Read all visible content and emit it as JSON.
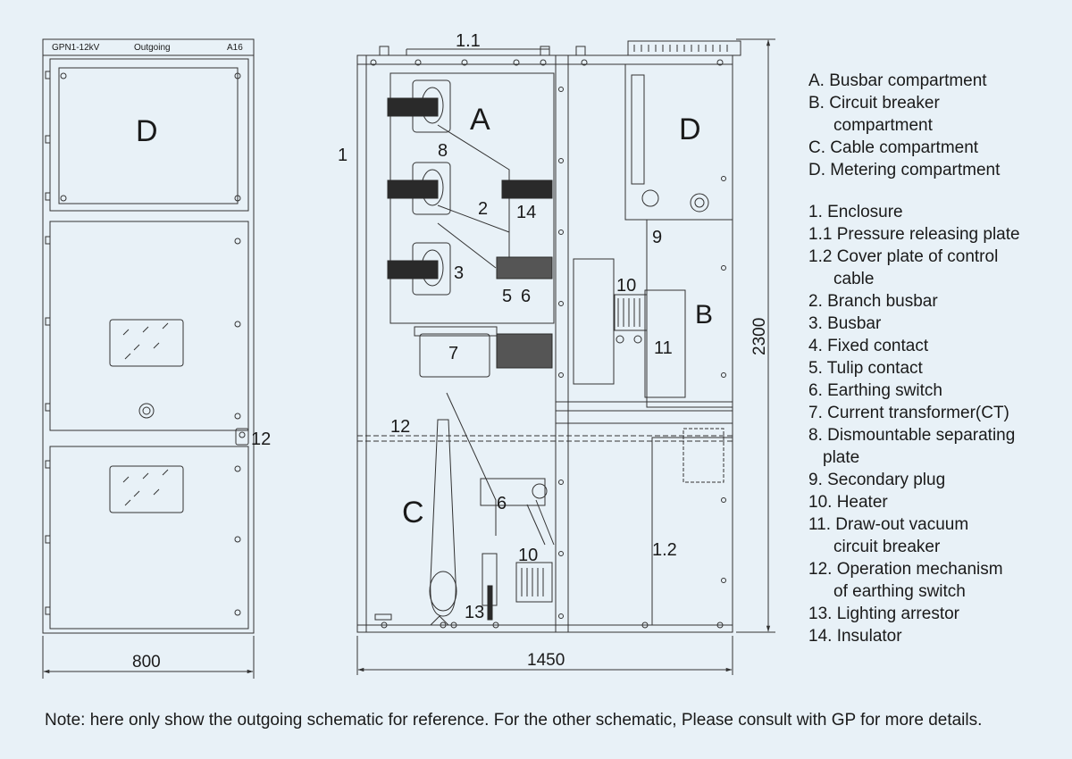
{
  "front_view": {
    "header_left": "GPN1-12kV",
    "header_mid": "Outgoing",
    "header_right": "A16",
    "top_compartment_label": "D",
    "side_label": "12",
    "width_dim": "800"
  },
  "section_view": {
    "labels": {
      "l_1_1": "1.1",
      "l_1": "1",
      "A": "A",
      "B": "B",
      "C": "C",
      "D": "D",
      "n8": "8",
      "n2": "2",
      "n14": "14",
      "n3": "3",
      "n5": "5",
      "n6a": "6",
      "n9": "9",
      "n10a": "10",
      "n11": "11",
      "n7": "7",
      "n12": "12",
      "n6b": "6",
      "n10b": "10",
      "n13": "13",
      "l_1_2": "1.2"
    },
    "width_dim": "1450",
    "height_dim": "2300"
  },
  "legend": {
    "compartments": [
      "A. Busbar compartment",
      "B. Circuit breaker",
      "compartment",
      "C. Cable compartment",
      "D. Metering compartment"
    ],
    "parts": [
      "1. Enclosure",
      "1.1 Pressure releasing plate",
      "1.2 Cover plate of control",
      "cable",
      "2. Branch busbar",
      "3. Busbar",
      "4. Fixed contact",
      "5. Tulip contact",
      "6. Earthing switch",
      "7. Current transformer(CT)",
      "8. Dismountable separating",
      "plate",
      "9. Secondary plug",
      "10.  Heater",
      "11. Draw-out vacuum",
      "circuit breaker",
      "12. Operation mechanism",
      "of earthing switch",
      "13.  Lighting arrestor",
      "14.  Insulator"
    ]
  },
  "note": "Note: here only show the outgoing schematic for reference. For the other schematic, Please consult with GP for more details.",
  "colors": {
    "background": "#e8f1f7",
    "line": "#333333",
    "insulator": "#2a2a2a"
  }
}
